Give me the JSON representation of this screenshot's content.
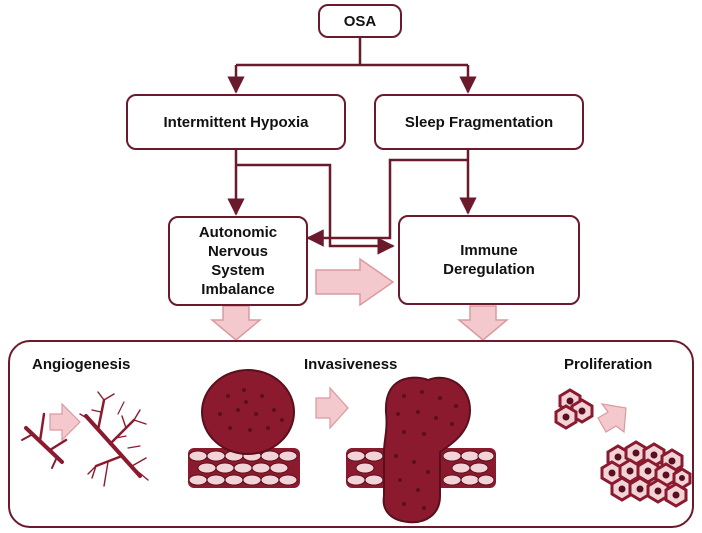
{
  "nodes": {
    "osa": "OSA",
    "hypoxia": "Intermittent Hypoxia",
    "sleep": "Sleep Fragmentation",
    "autonomic": "Autonomic\nNervous\nSystem\nImbalance",
    "immune": "Immune\nDeregulation"
  },
  "outcomes": {
    "angiogenesis": "Angiogenesis",
    "invasiveness": "Invasiveness",
    "proliferation": "Proliferation"
  },
  "colors": {
    "line": "#6b1a2c",
    "arrow_fill": "#f3c9cd",
    "arrow_stroke": "#d99aa0",
    "tissue": "#8b1a2e",
    "tissue_dark": "#5a0f1c",
    "cell_light": "#f2d4d8"
  }
}
